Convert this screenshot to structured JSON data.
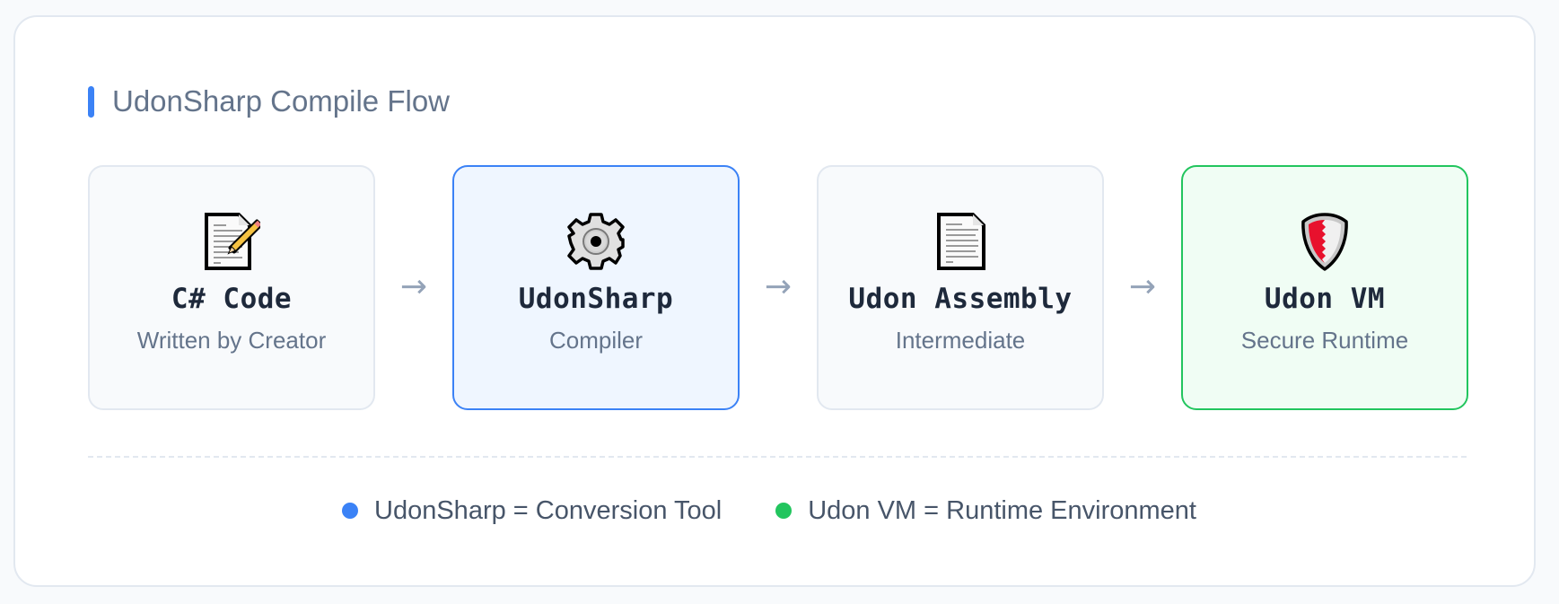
{
  "header": {
    "title": "UdonSharp Compile Flow",
    "accent_color": "#3b82f6"
  },
  "flow": {
    "steps": [
      {
        "name": "C# Code",
        "subtitle": "Written by Creator",
        "icon": "memo-pencil-icon",
        "border_color": "#e2e8f0",
        "background": "#f8fafc"
      },
      {
        "name": "UdonSharp",
        "subtitle": "Compiler",
        "icon": "gear-icon",
        "border_color": "#3b82f6",
        "background": "#eff6ff"
      },
      {
        "name": "Udon Assembly",
        "subtitle": "Intermediate",
        "icon": "document-icon",
        "border_color": "#e2e8f0",
        "background": "#f8fafc"
      },
      {
        "name": "Udon VM",
        "subtitle": "Secure Runtime",
        "icon": "shield-icon",
        "border_color": "#22c55e",
        "background": "#f0fdf4"
      }
    ],
    "arrow": "→"
  },
  "legend": {
    "items": [
      {
        "label": "UdonSharp = Conversion Tool",
        "color": "#3b82f6"
      },
      {
        "label": "Udon VM = Runtime Environment",
        "color": "#22c55e"
      }
    ]
  }
}
